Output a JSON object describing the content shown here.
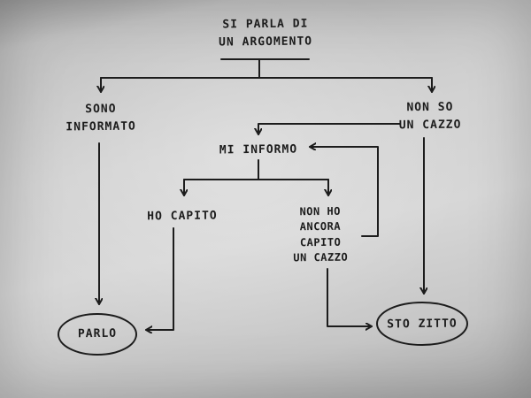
{
  "diagram": {
    "title_node": "SI PARLA DI\nUN ARGOMENTO",
    "nodes": {
      "topic": {
        "label": "SI PARLA DI\nUN ARGOMENTO"
      },
      "informed": {
        "label": "SONO\nINFORMATO"
      },
      "dont_know": {
        "label": "NON SO\nUN CAZZO"
      },
      "get_informed": {
        "label": "MI INFORMO"
      },
      "understood": {
        "label": "HO CAPITO"
      },
      "not_understood": {
        "label": "NON HO\nANCORA\nCAPITO\nUN CAZZO"
      },
      "speak": {
        "label": "PARLO"
      },
      "stay_quiet": {
        "label": "STO ZITTO"
      }
    },
    "edges": [
      {
        "from": "topic",
        "to": "informed"
      },
      {
        "from": "topic",
        "to": "dont_know"
      },
      {
        "from": "informed",
        "to": "speak"
      },
      {
        "from": "dont_know",
        "to": "get_informed"
      },
      {
        "from": "dont_know",
        "to": "stay_quiet"
      },
      {
        "from": "get_informed",
        "to": "understood"
      },
      {
        "from": "get_informed",
        "to": "not_understood"
      },
      {
        "from": "understood",
        "to": "speak"
      },
      {
        "from": "not_understood",
        "to": "get_informed"
      },
      {
        "from": "not_understood",
        "to": "stay_quiet"
      }
    ],
    "colors": {
      "ink": "#1c1c1c",
      "paper": "#cfcfcf"
    }
  }
}
